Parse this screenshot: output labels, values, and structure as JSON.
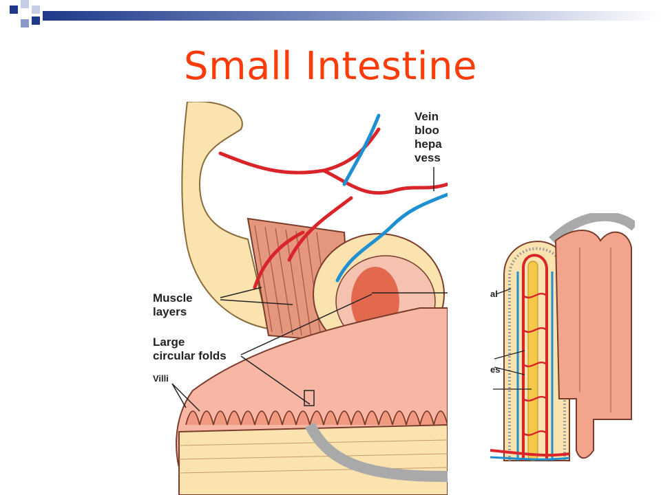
{
  "slide": {
    "title": "Small Intestine"
  },
  "main_figure": {
    "labels": {
      "muscle_layers_line1": "Muscle",
      "muscle_layers_line2": "layers",
      "circular_folds_line1": "Large",
      "circular_folds_line2": "circular folds",
      "villi": "Villi",
      "vein_line1": "Vein",
      "vein_line2": "bloo",
      "vein_line3": "hepa",
      "vein_line4": "vess"
    }
  },
  "villus_figure": {
    "labels": {
      "label_a": "al",
      "label_b": "es"
    }
  },
  "colors": {
    "title": "#ff3b0a",
    "header_blue": "#1f3a8a",
    "artery": "#d9252a",
    "vein": "#1e8fd1",
    "tissue_pink": "#f2a48c",
    "tissue_cream": "#fbe3b0"
  }
}
